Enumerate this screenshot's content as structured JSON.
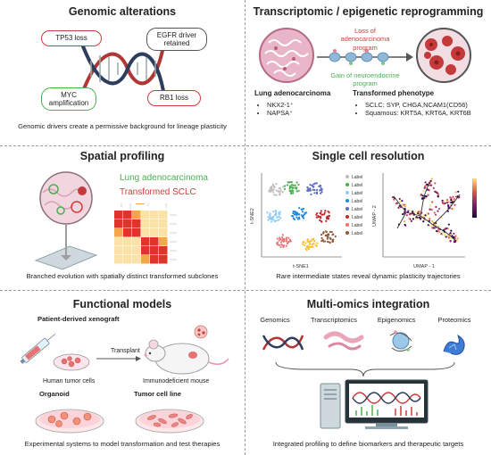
{
  "panels": {
    "genomic": {
      "title": "Genomic alterations",
      "pills": {
        "tp53": "TP53 loss",
        "egfr": "EGFR driver retained",
        "myc": "MYC amplification",
        "rb1": "RB1 loss"
      },
      "caption": "Genomic drivers create a permissive background for lineage plasticity"
    },
    "reprogramming": {
      "title": "Transcriptomic / epigenetic reprogramming",
      "loss_label": "Loss of adenocarcinoma program",
      "gain_label": "Gain of neuroendocrine program",
      "luad_heading": "Lung adenocarcinoma",
      "luad_markers": [
        "NKX2-1⁺",
        "NAPSA⁺"
      ],
      "transformed_heading": "Transformed phenotype",
      "transformed_markers": [
        "SCLC: SYP, CHGA,NCAM1(CD56)",
        "Squamous: KRT5A, KRT6A, KRT6B"
      ]
    },
    "spatial": {
      "title": "Spatial profiling",
      "luad_label": "Lung adenocarcinoma",
      "sclc_label": "Transformed SCLC",
      "caption": "Branched evolution with spatially distinct transformed subclones"
    },
    "singlecell": {
      "title": "Single cell resolution",
      "tsne_xlabel": "t-SNE1",
      "tsne_ylabel": "t-SNE2",
      "legend_label": "Label",
      "umap_xlabel": "UMAP - 1",
      "umap_ylabel": "UMAP - 2",
      "caption": "Rare intermediate states reveal dynamic plasticity trajectories"
    },
    "functional": {
      "title": "Functional models",
      "pdx_heading": "Patient-derived xenograft",
      "transplant_label": "Transplant",
      "human_cells_label": "Human tumor cells",
      "mouse_label": "Immunodeficient mouse",
      "organoid_heading": "Organoid",
      "cellline_heading": "Tumor cell line",
      "caption": "Experimental systems to model transformation and test therapies"
    },
    "multiomics": {
      "title": "Multi-omics integration",
      "omics": [
        "Genomics",
        "Transcriptomics",
        "Epigenomics",
        "Proteomics"
      ],
      "caption": "Integrated profiling to define biomarkers and therapeutic targets"
    }
  },
  "colors": {
    "red": "#d23a3a",
    "green": "#4caf50",
    "gray": "#555555",
    "tissue_pink": "#e8b6c8",
    "heatmap_hot": "#e0342a",
    "heatmap_warm": "#f3a74a",
    "heatmap_cool": "#fbe3a8"
  }
}
